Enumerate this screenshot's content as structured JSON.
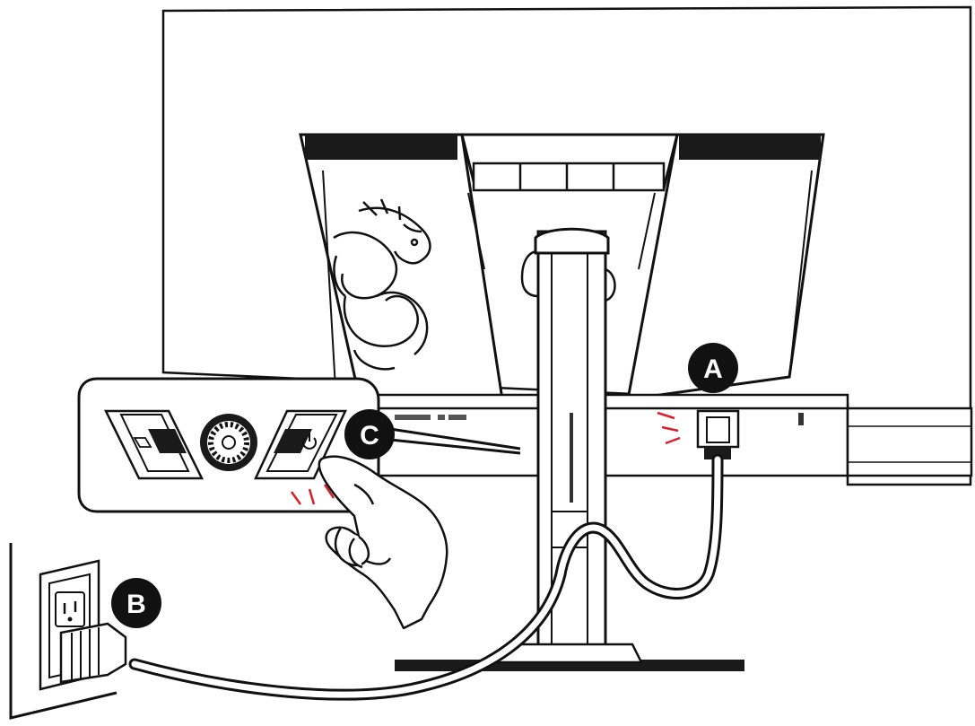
{
  "colors": {
    "line": "#111111",
    "dark": "#1a1a1a",
    "accent_red": "#d8202a",
    "background": "#ffffff"
  },
  "icons": [
    "dragon-logo-icon",
    "power-symbol-icon",
    "joystick-icon",
    "outlet-icon",
    "hand-pointer-icon"
  ],
  "callouts": {
    "a": "A",
    "b": "B",
    "c": "C"
  }
}
